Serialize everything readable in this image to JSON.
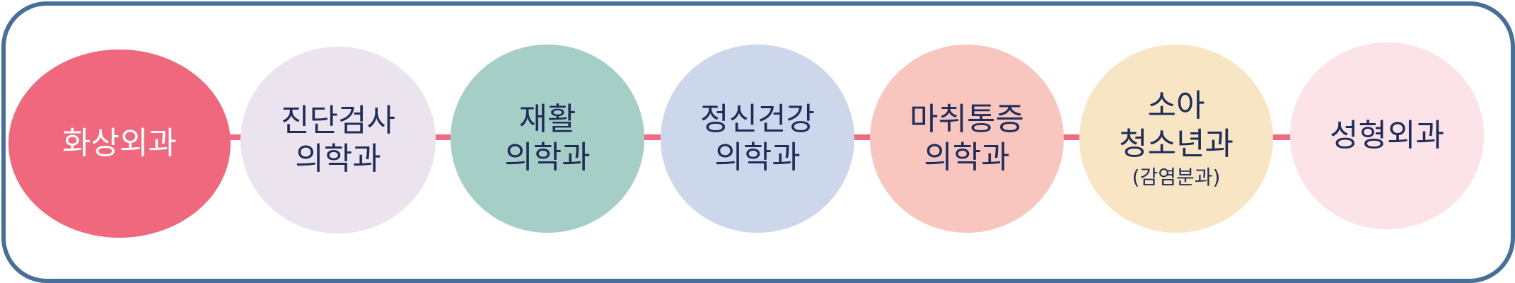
{
  "colors": {
    "frame_border": "#46709a",
    "connector": "#ee6b82",
    "text_dark": "#1f2d5a",
    "text_light": "#ffffff"
  },
  "departments": [
    {
      "lines": [
        "화상외과"
      ],
      "sub": "",
      "color": "#f0687d"
    },
    {
      "lines": [
        "진단검사",
        "의학과"
      ],
      "sub": "",
      "color": "#ebe4ef"
    },
    {
      "lines": [
        "재활",
        "의학과"
      ],
      "sub": "",
      "color": "#a5cfc6"
    },
    {
      "lines": [
        "정신건강",
        "의학과"
      ],
      "sub": "",
      "color": "#ccd7eb"
    },
    {
      "lines": [
        "마취통증",
        "의학과"
      ],
      "sub": "",
      "color": "#f9c6bf"
    },
    {
      "lines": [
        "소아",
        "청소년과"
      ],
      "sub": "(감염분과)",
      "color": "#f7e5c4"
    },
    {
      "lines": [
        "성형외과"
      ],
      "sub": "",
      "color": "#fbe3e7"
    }
  ]
}
